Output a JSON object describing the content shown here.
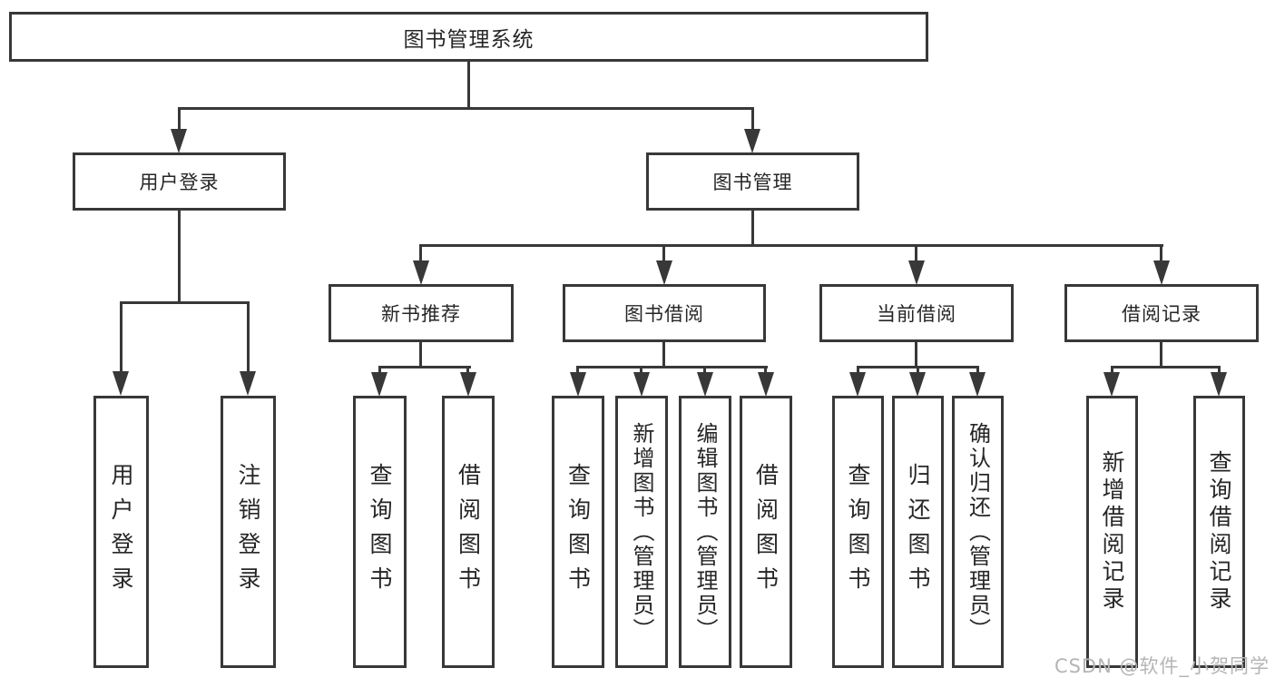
{
  "colors": {
    "line": "#383838",
    "box_border": "#383838",
    "text": "#262626",
    "background": "#ffffff",
    "watermark": "#b5b5b5"
  },
  "watermark": {
    "text": "CSDN @软件_小贺同学"
  },
  "tree": {
    "root": "图书管理系统",
    "branches": [
      {
        "label": "用户登录",
        "leaves": [
          "用户登录",
          "注销登录"
        ]
      },
      {
        "label": "图书管理",
        "groups": [
          {
            "label": "新书推荐",
            "leaves": [
              "查询图书",
              "借阅图书"
            ]
          },
          {
            "label": "图书借阅",
            "leaves": [
              "查询图书",
              "新增图书（管理员）",
              "编辑图书（管理员）",
              "借阅图书"
            ]
          },
          {
            "label": "当前借阅",
            "leaves": [
              "查询图书",
              "归还图书",
              "确认归还（管理员）"
            ]
          },
          {
            "label": "借阅记录",
            "leaves": [
              "新增借阅记录",
              "查询借阅记录"
            ]
          }
        ]
      }
    ]
  }
}
